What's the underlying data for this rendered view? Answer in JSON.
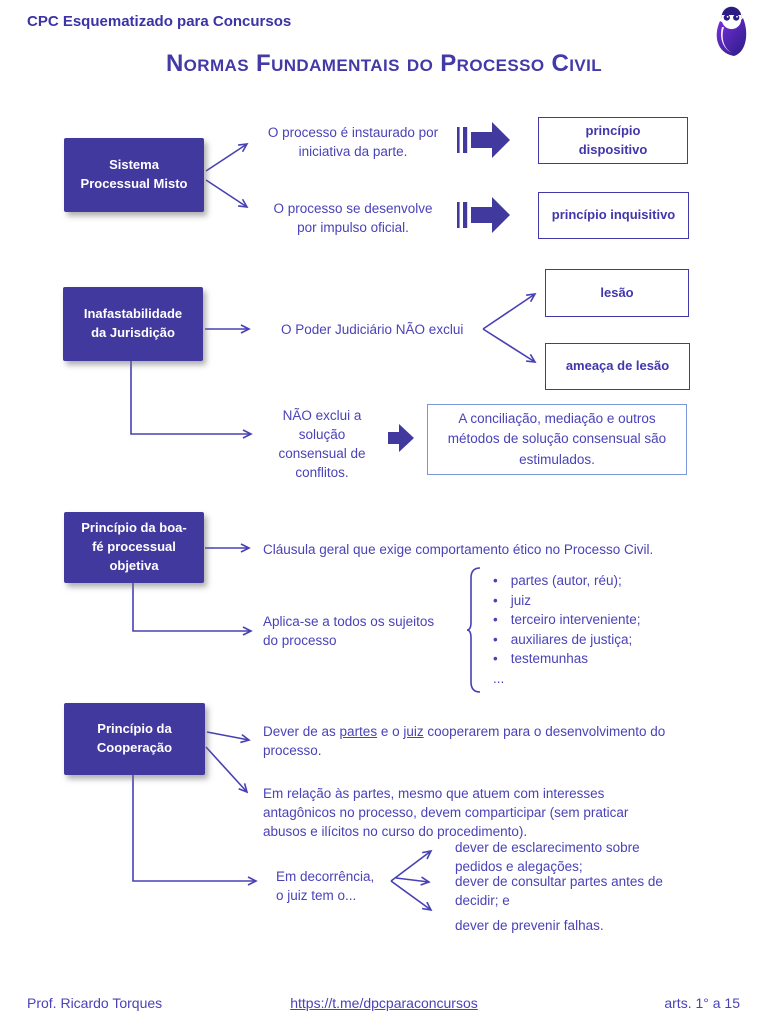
{
  "colors": {
    "box_purple": "#42399e",
    "body_text": "#4a42b8",
    "outline_purple": "#4338ab",
    "note_border": "#7b97dc"
  },
  "header": {
    "brand": "CPC Esquematizado para Concursos",
    "logo": "owl-logo"
  },
  "title": "Normas Fundamentais do Processo Civil",
  "sistema": {
    "box": "Sistema\nProcessual Misto",
    "branch1_text": "O processo é instaurado por\niniciativa da parte.",
    "branch1_result": "princípio\ndispositivo",
    "branch2_text": "O processo se desenvolve\npor impulso oficial.",
    "branch2_result": "princípio inquisitivo"
  },
  "inafastabilidade": {
    "box": "Inafastabilidade\nda Jurisdição",
    "main_text": "O Poder Judiciário NÃO exclui",
    "option1": "lesão",
    "option2": "ameaça de lesão",
    "consensual_text": "NÃO exclui a\nsolução\nconsensual de\nconflitos.",
    "note": "A conciliação, mediação e outros métodos de solução consensual são estimulados."
  },
  "boafe": {
    "box": "Princípio da boa-\nfé processual\nobjetiva",
    "clausula": "Cláusula geral que exige comportamento ético no Processo Civil.",
    "aplica": "Aplica-se a todos os sujeitos\ndo processo",
    "bullets": [
      "partes (autor, réu);",
      "juiz",
      "terceiro interveniente;",
      "auxiliares de justiça;",
      "testemunhas"
    ],
    "ellipsis": "..."
  },
  "cooperacao": {
    "box": "Princípio da\nCooperação",
    "dever_pre": "Dever de as ",
    "dever_u1": "partes",
    "dever_mid": " e o ",
    "dever_u2": "juiz",
    "dever_post": " cooperarem para o desenvolvimento do processo.",
    "relacao": "Em relação às partes, mesmo que atuem com interesses antagônicos no processo, devem comparticipar (sem praticar abusos e ilícitos no curso do procedimento).",
    "decorrencia": "Em decorrência,\no juiz tem o...",
    "deveres": [
      "dever de esclarecimento sobre pedidos e alegações;",
      "dever de consultar partes antes de decidir; e",
      "dever de prevenir falhas."
    ]
  },
  "footer": {
    "author": "Prof. Ricardo Torques",
    "link": "https://t.me/dpcparaconcursos",
    "reference": "arts. 1° a 15"
  }
}
